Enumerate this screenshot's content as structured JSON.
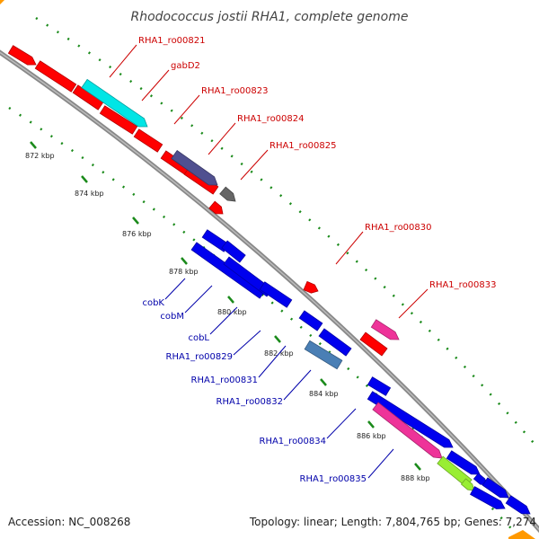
{
  "title": "Rhodococcus jostii RHA1, complete genome",
  "footer": {
    "accession": "Accession: NC_008268",
    "summary": "Topology: linear; Length: 7,804,765 bp; Genes: 7,274"
  },
  "colors": {
    "backbone": "#888888",
    "tick_mark": "#1a8a1a",
    "forward_label": "#cc0000",
    "reverse_label": "#0000aa",
    "gene_red": "#ff0000",
    "gene_cyan": "#00e5e5",
    "gene_slate": "#505090",
    "gene_gray": "#666666",
    "gene_blue": "#0000ee",
    "gene_steel": "#4a7fb5",
    "gene_pink": "#ee3399",
    "gene_lime": "#99ee33",
    "gene_orange": "#ff9900"
  },
  "ticks": [
    {
      "label": "872 kbp"
    },
    {
      "label": "874 kbp"
    },
    {
      "label": "876 kbp"
    },
    {
      "label": "878 kbp"
    },
    {
      "label": "880 kbp"
    },
    {
      "label": "882 kbp"
    },
    {
      "label": "884 kbp"
    },
    {
      "label": "886 kbp"
    },
    {
      "label": "888 kbp"
    }
  ],
  "genes_forward": [
    {
      "name": "RHA1_ro00821"
    },
    {
      "name": "gabD2"
    },
    {
      "name": "RHA1_ro00823"
    },
    {
      "name": "RHA1_ro00824"
    },
    {
      "name": "RHA1_ro00825"
    },
    {
      "name": "RHA1_ro00830"
    },
    {
      "name": "RHA1_ro00833"
    }
  ],
  "genes_reverse": [
    {
      "name": "cobK"
    },
    {
      "name": "cobM"
    },
    {
      "name": "cobL"
    },
    {
      "name": "RHA1_ro00829"
    },
    {
      "name": "RHA1_ro00831"
    },
    {
      "name": "RHA1_ro00832"
    },
    {
      "name": "RHA1_ro00834"
    },
    {
      "name": "RHA1_ro00835"
    }
  ]
}
